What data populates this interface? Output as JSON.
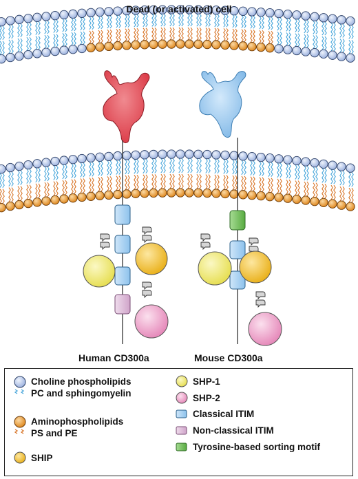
{
  "title": "Dead (or activated) cell",
  "receptors": [
    {
      "label": "Human CD300a",
      "color": "#e04a55"
    },
    {
      "label": "Mouse CD300a",
      "color": "#8fc3ee"
    }
  ],
  "legend": {
    "choline": {
      "line1": "Choline phospholipids",
      "line2": "PC and sphingomyelin"
    },
    "amino": {
      "line1": "Aminophospholipids",
      "line2": "PS and PE"
    },
    "ship": "SHIP",
    "shp1": "SHP-1",
    "shp2": "SHP-2",
    "classical": "Classical ITIM",
    "nonclassical": "Non-classical ITIM",
    "sorting": "Tyrosine-based sorting motif"
  },
  "colors": {
    "choline_head": "#b8c9ea",
    "choline_tail": "#4aa7db",
    "amino_head": "#f0a23e",
    "amino_tail": "#d8762a",
    "ship": "#f6c43c",
    "shp1": "#f1ec78",
    "shp2": "#f0a9cd",
    "classical_itim": "#a9d3f2",
    "nonclassical_itim": "#dcb7d6",
    "sorting_motif": "#6fbf58",
    "phosphate": "#cfcfcf"
  },
  "icons": [
    "lipid-bilayer",
    "phosphate-tag-icon",
    "receptor-ig-domain"
  ]
}
